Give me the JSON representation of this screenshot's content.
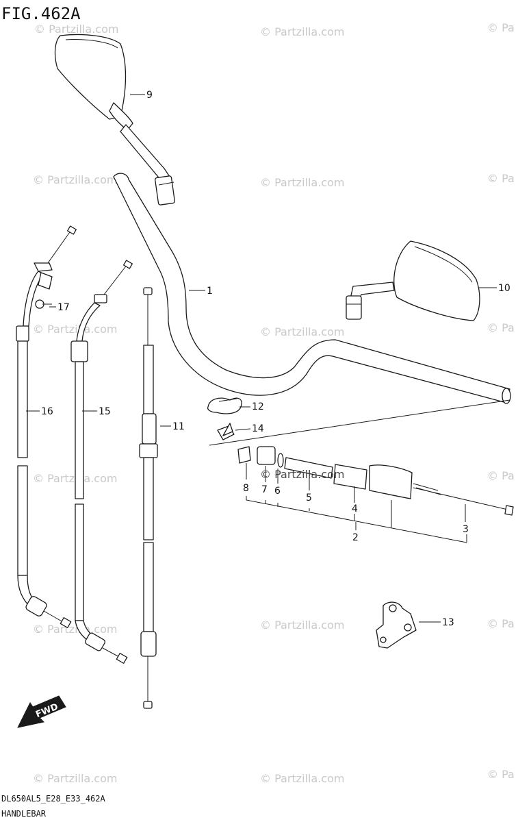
{
  "figure": {
    "title": "FIG.462A",
    "code": "DL650AL5_E28_E33_462A",
    "name": "HANDLEBAR"
  },
  "watermark": {
    "text": "© Partzilla.com",
    "main_text": "© Partzilla.com",
    "repeat_text": "© Pa"
  },
  "direction_arrow": {
    "label": "FWD"
  },
  "callouts": {
    "c1": "1",
    "c2": "2",
    "c3": "3",
    "c4": "4",
    "c5": "5",
    "c6": "6",
    "c7": "7",
    "c8": "8",
    "c9": "9",
    "c10": "10",
    "c11": "11",
    "c12": "12",
    "c13": "13",
    "c14": "14",
    "c15": "15",
    "c16": "16",
    "c17": "17"
  },
  "colors": {
    "line": "#1a1a1a",
    "watermark": "#c9c9c9",
    "background": "#ffffff"
  }
}
